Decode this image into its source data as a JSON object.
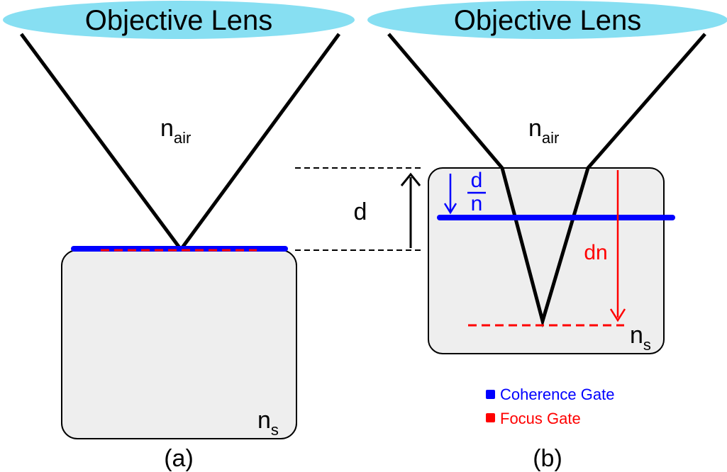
{
  "panels": {
    "a": {
      "lens_label": "Objective Lens",
      "n_air": {
        "base": "n",
        "sub": "air"
      },
      "n_s": {
        "base": "n",
        "sub": "s"
      },
      "panel_label": "(a)"
    },
    "b": {
      "lens_label": "Objective Lens",
      "n_air": {
        "base": "n",
        "sub": "air"
      },
      "n_s": {
        "base": "n",
        "sub": "s"
      },
      "panel_label": "(b)",
      "coherence_shift": {
        "numerator": "d",
        "denominator": "n"
      },
      "focus_shift": "dn"
    }
  },
  "depth_label": "d",
  "legend": [
    {
      "label": "Coherence Gate",
      "color": "#0000ff"
    },
    {
      "label": "Focus Gate",
      "color": "#ff0000"
    }
  ],
  "colors": {
    "lens": "#87dff2",
    "sample_fill": "#eeeeee",
    "coherence": "#0000ff",
    "focus": "#ff0000",
    "ink": "#000000"
  }
}
